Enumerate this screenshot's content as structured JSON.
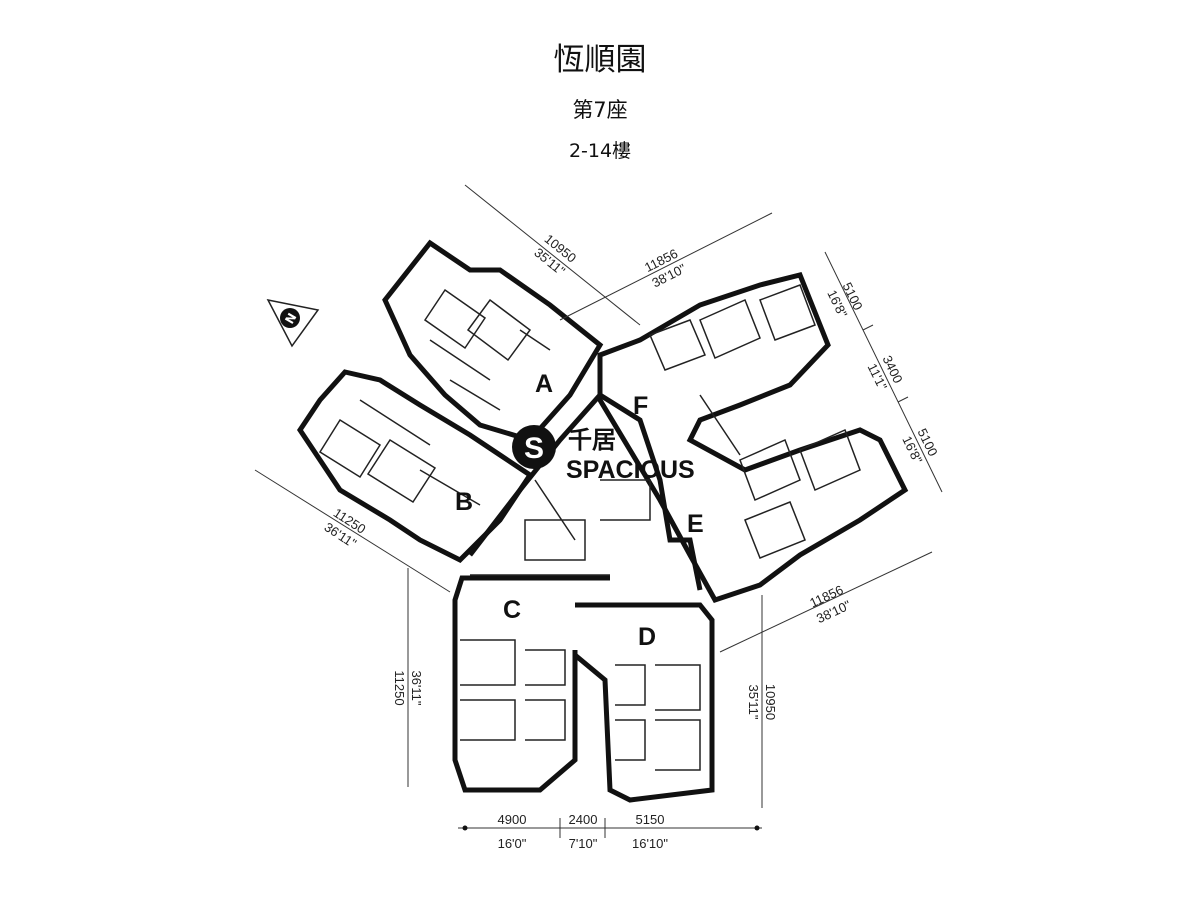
{
  "header": {
    "estate_name": "恆順園",
    "block": "第7座",
    "floors": "2-14樓"
  },
  "units": [
    "A",
    "B",
    "C",
    "D",
    "E",
    "F"
  ],
  "north_label": "N",
  "watermark": {
    "chinese": "千居",
    "english": "SPACIOUS"
  },
  "dimensions": {
    "top_left": {
      "mm": "10950",
      "ft": "35'11\""
    },
    "top_right": {
      "mm": "11856",
      "ft": "38'10\""
    },
    "right_1": {
      "mm": "5100",
      "ft": "16'8\""
    },
    "right_2": {
      "mm": "3400",
      "ft": "11'1\""
    },
    "right_3": {
      "mm": "5100",
      "ft": "16'8\""
    },
    "lower_right": {
      "mm": "11856",
      "ft": "38'10\""
    },
    "right_vertical": {
      "mm": "10950",
      "ft": "35'11\""
    },
    "left_vertical": {
      "mm": "11250",
      "ft": "36'11\""
    },
    "left_diagonal": {
      "mm": "11250",
      "ft": "36'11\""
    },
    "bottom_1": {
      "mm": "4900",
      "ft": "16'0\""
    },
    "bottom_2": {
      "mm": "2400",
      "ft": "7'10\""
    },
    "bottom_3": {
      "mm": "5150",
      "ft": "16'10\""
    }
  }
}
